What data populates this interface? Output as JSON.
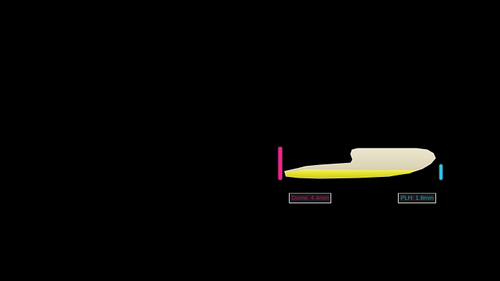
{
  "colors": {
    "background": "#000000",
    "shape_fill": "#e8e2c8",
    "shape_shadow": "#c8bf98",
    "highlight_band": "#e6e61e",
    "dome_marker": "#ff1f8e",
    "plh_marker": "#28c6f2"
  },
  "measurements": {
    "dome": {
      "label": "Dome: 4.4mm",
      "value": 4.4,
      "unit": "mm"
    },
    "plh": {
      "label": "PLH: 1.8mm",
      "value": 1.8,
      "unit": "mm"
    }
  },
  "icons": {
    "dome_marker": "vertical-bar-magenta",
    "plh_marker": "vertical-bar-cyan"
  }
}
